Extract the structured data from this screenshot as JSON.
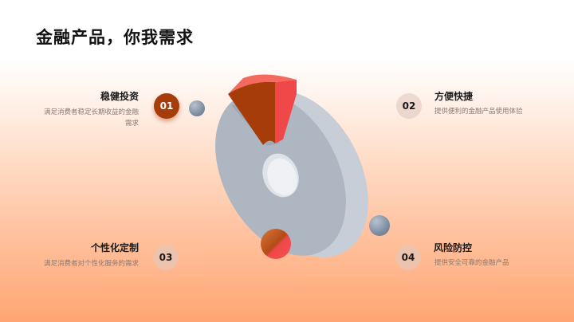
{
  "title": "金融产品，你我需求",
  "items": [
    {
      "number": "01",
      "title": "稳健投资",
      "description_line1": "满足消费者稳定长期收益的金融",
      "description_line2": "需求",
      "active": true
    },
    {
      "number": "02",
      "title": "方便快捷",
      "description": "提供便利的金融产品使用体验",
      "active": false
    },
    {
      "number": "03",
      "title": "个性化定制",
      "description": "满足消费者对个性化服务的需求",
      "active": false
    },
    {
      "number": "04",
      "title": "风险防控",
      "description": "提供安全可靠的金融产品",
      "active": false
    }
  ],
  "colors": {
    "accent": "#a63c0a",
    "highlight_red": "#f04848",
    "ring_gray": "#aeb6c1",
    "background_bottom": "#ffa672"
  },
  "graphic": {
    "type": "3d-donut-chart-illustration",
    "highlighted_segment": "01"
  }
}
